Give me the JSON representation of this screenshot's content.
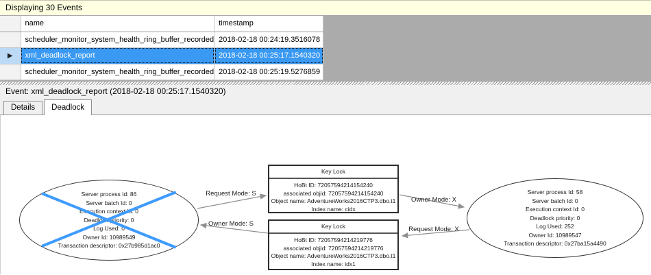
{
  "events_bar": {
    "label": "Displaying 30 Events"
  },
  "table": {
    "columns": [
      "name",
      "timestamp"
    ],
    "selector_icon": "▶",
    "rows": [
      {
        "name": "scheduler_monitor_system_health_ring_buffer_recorded",
        "timestamp": "2018-02-18 00:24:19.3516078"
      },
      {
        "name": "xml_deadlock_report",
        "timestamp": "2018-02-18 00:25:17.1540320"
      },
      {
        "name": "scheduler_monitor_system_health_ring_buffer_recorded",
        "timestamp": "2018-02-18 00:25:19.5276859"
      }
    ]
  },
  "event_line": {
    "label": "Event: xml_deadlock_report (2018-02-18 00:25:17.1540320)"
  },
  "tabs": {
    "details": "Details",
    "deadlock": "Deadlock"
  },
  "graph": {
    "left_process": {
      "victim": true,
      "lines": [
        "Server process Id: 86",
        "Server batch Id: 0",
        "Execution context Id: 0",
        "Deadlock priority: 0",
        "Log Used: 0",
        "Owner Id: 10989549",
        "Transaction descriptor: 0x27b985d1ac0"
      ]
    },
    "right_process": {
      "victim": false,
      "lines": [
        "Server process Id: 58",
        "Server batch Id: 0",
        "Execution context Id: 0",
        "Deadlock priority: 0",
        "Log Used: 252",
        "Owner Id: 10989547",
        "Transaction descriptor: 0x27ba15a4490"
      ]
    },
    "top_lock": {
      "title": "Key Lock",
      "lines": [
        "HoBt ID: 72057594214154240",
        "associated objid: 72057594214154240",
        "Object name: AdventureWorks2016CTP3.dbo.t1",
        "Index name: cidx"
      ]
    },
    "bottom_lock": {
      "title": "Key Lock",
      "lines": [
        "HoBt ID: 72057594214219776",
        "associated objid: 72057594214219776",
        "Object name: AdventureWorks2016CTP3.dbo.t1",
        "Index name: idx1"
      ]
    },
    "edges": {
      "request_s": "Request Mode: S",
      "owner_s": "Owner Mode: S",
      "owner_x": "Owner Mode: X",
      "request_x": "Request Mode: X"
    }
  },
  "colors": {
    "selection": "#3A99F2",
    "cross": "#3E9BFF",
    "bar-bg": "#FFFFE1",
    "grid-empty": "#ABABAB",
    "edge-stroke": "#8f8f8f"
  }
}
